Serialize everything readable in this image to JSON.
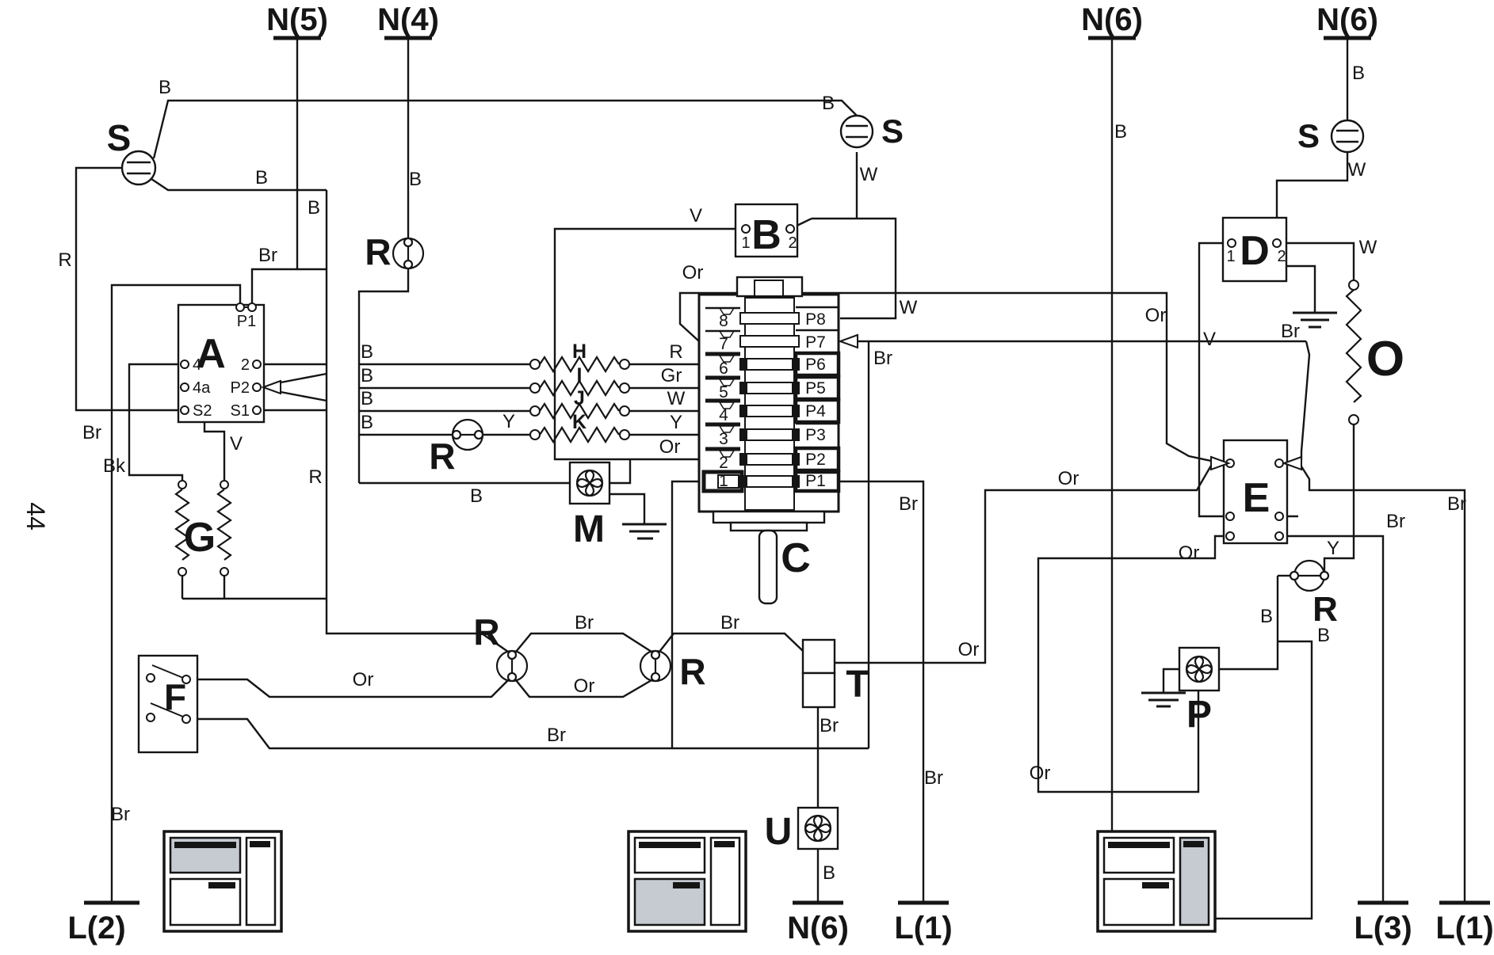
{
  "page": {
    "number": "44"
  },
  "top_terminals": [
    {
      "label": "N(5)"
    },
    {
      "label": "N(4)"
    },
    {
      "label": "N(6)"
    },
    {
      "label": "N(6)"
    }
  ],
  "bottom_terminals": [
    {
      "label": "L(2)"
    },
    {
      "label": "N(6)"
    },
    {
      "label": "L(1)"
    },
    {
      "label": "L(3)"
    },
    {
      "label": "L(1)"
    }
  ],
  "components": {
    "timer": {
      "label": "A",
      "pins": {
        "p1": "P1",
        "n4": "4",
        "n4a": "4a",
        "s2": "S2",
        "n2": "2",
        "p2": "P2",
        "s1": "S1"
      }
    },
    "switch_b": {
      "label": "B",
      "pins": {
        "p1": "1",
        "p2": "2"
      }
    },
    "selector": {
      "label": "C",
      "left_pins": [
        "8",
        "7",
        "6",
        "5",
        "4",
        "3",
        "2",
        "1"
      ],
      "right_pins": [
        "P8",
        "P7",
        "P6",
        "P5",
        "P4",
        "P3",
        "P2",
        "P1"
      ]
    },
    "switch_d": {
      "label": "D",
      "pins": {
        "p1": "1",
        "p2": "2"
      }
    },
    "switch_e": {
      "label": "E"
    },
    "door_switch_f": {
      "label": "F"
    },
    "grill_element_g": {
      "label": "G"
    },
    "resistor_h": {
      "label": "H"
    },
    "resistor_i": {
      "label": "I"
    },
    "resistor_j": {
      "label": "J"
    },
    "resistor_k": {
      "label": "K"
    },
    "fan_m": {
      "label": "M"
    },
    "resistor_o": {
      "label": "O"
    },
    "fan_p": {
      "label": "P"
    },
    "terminal_block_t": {
      "label": "T"
    },
    "fan_u": {
      "label": "U"
    },
    "lamp_s": {
      "label": "S"
    },
    "lamp_r": {
      "label": "R"
    }
  },
  "wire_colors": {
    "b": "B",
    "br": "Br",
    "bk": "Bk",
    "r": "R",
    "v": "V",
    "w": "W",
    "y": "Y",
    "gr": "Gr",
    "or": "Or"
  }
}
